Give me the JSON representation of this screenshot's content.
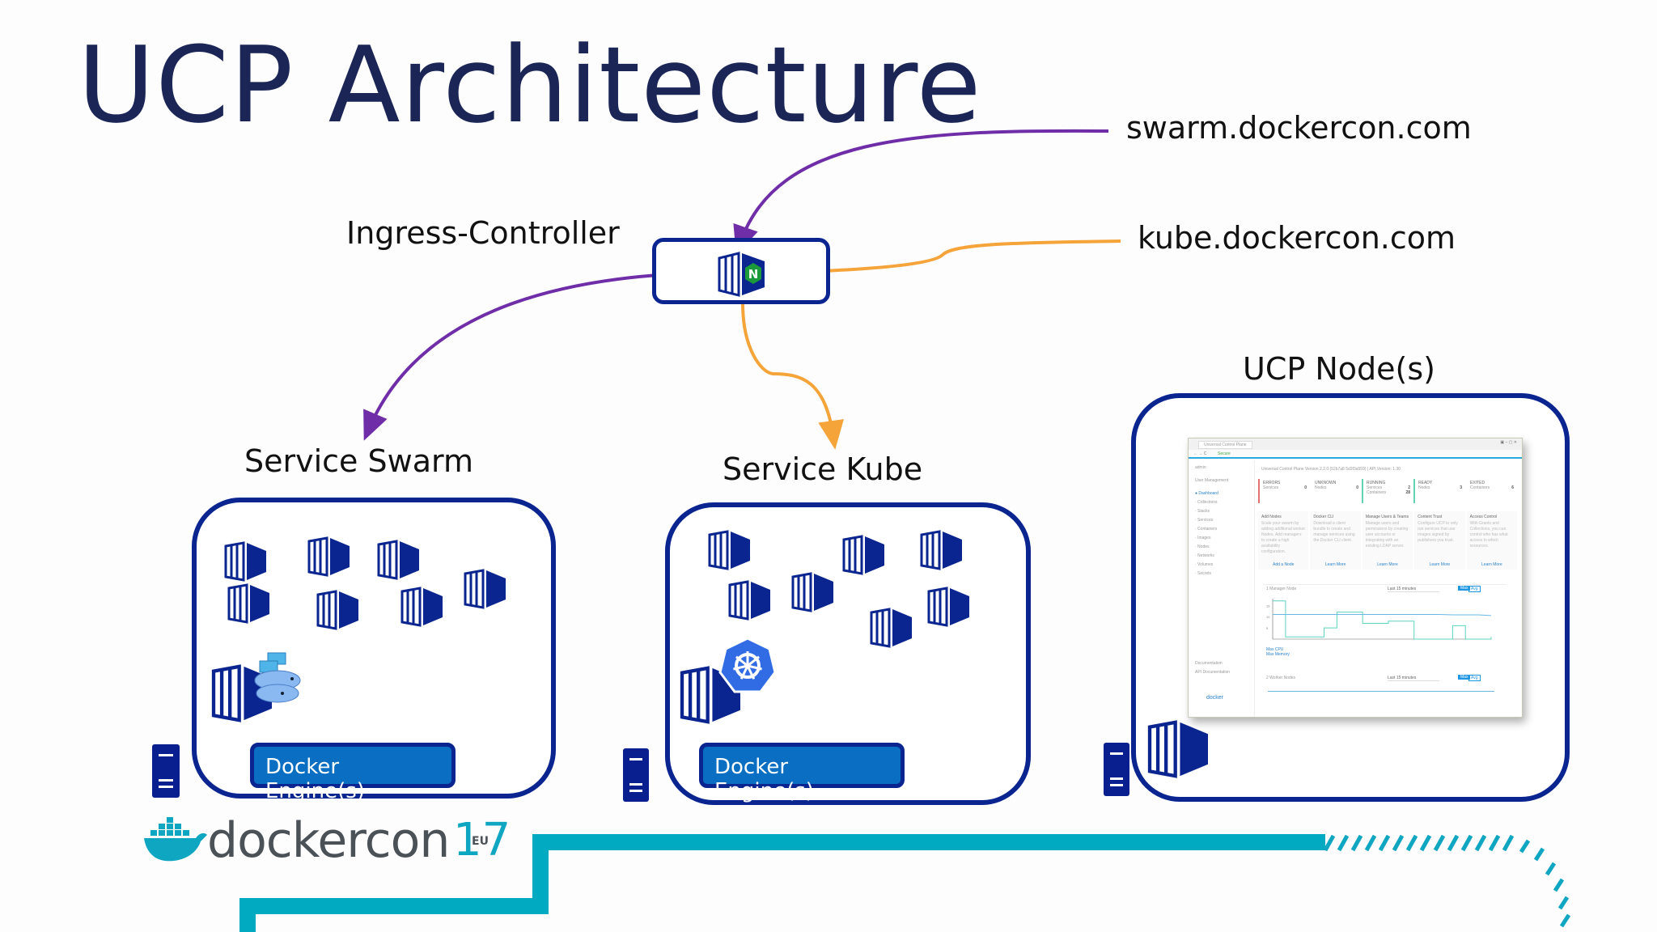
{
  "slide": {
    "title": "UCP Architecture",
    "ingress_label": "Ingress-Controller",
    "routes": [
      {
        "host": "swarm.dockercon.com",
        "color": "#6f2da8"
      },
      {
        "host": "kube.dockercon.com",
        "color": "#f5a43a"
      }
    ],
    "clusters": [
      {
        "label": "Service Swarm",
        "engine_label": "Docker Engine(s)",
        "orchestrator_icon": "docker-swarm-whale-icon"
      },
      {
        "label": "Service Kube",
        "engine_label": "Docker Engine(s)",
        "orchestrator_icon": "kubernetes-icon"
      },
      {
        "label": "UCP Node(s)"
      }
    ],
    "nginx_letter": "N"
  },
  "ucp_screenshot": {
    "tab_title": "Universal Control Plane",
    "address": "Secure",
    "version_line": "Universal Control Plane Version 2.2.0 (52b7a8 5d3f3a559) | API Version: 1.30",
    "sidebar": {
      "user": "admin",
      "user_management": "User Management",
      "items": [
        "Dashboard",
        "Collections",
        "Stacks",
        "Services",
        "Containers",
        "Images",
        "Nodes",
        "Networks",
        "Volumes",
        "Secrets"
      ],
      "footer_items": [
        "Documentation",
        "API Documentation"
      ],
      "logo": "docker"
    },
    "status_cards": [
      {
        "title": "ERRORS",
        "rows": [
          {
            "label": "Services",
            "value": "0"
          }
        ],
        "accent": "#e57373"
      },
      {
        "title": "UNKNOWN",
        "rows": [
          {
            "label": "Nodes",
            "value": "0"
          }
        ],
        "accent": "#ffffff"
      },
      {
        "title": "RUNNING",
        "rows": [
          {
            "label": "Services",
            "value": "2"
          },
          {
            "label": "Containers",
            "value": "28"
          }
        ],
        "accent": "#5fd3b3"
      },
      {
        "title": "READY",
        "rows": [
          {
            "label": "Nodes",
            "value": "3"
          }
        ],
        "accent": "#5fd3b3"
      },
      {
        "title": "EXITED",
        "rows": [
          {
            "label": "Containers",
            "value": "6"
          }
        ],
        "accent": "#ffffff"
      }
    ],
    "info_cards": [
      {
        "title": "Add Nodes",
        "body": "Scale your swarm by adding additional worker Nodes. Add managers to create a high availability configuration.",
        "link": "Add a Node"
      },
      {
        "title": "Docker CLI",
        "body": "Download a client bundle to create and manage services using the Docker CLI client.",
        "link": "Learn More"
      },
      {
        "title": "Manage Users & Teams",
        "body": "Manage users and permissions by creating user accounts or integrating with an existing LDAP server.",
        "link": "Learn More"
      },
      {
        "title": "Content Trust",
        "body": "Configure UCP to only run services that use images signed by publishers you trust.",
        "link": "Learn More"
      },
      {
        "title": "Access Control",
        "body": "With Grants and Collections, you can control who has what access to which resources.",
        "link": "Learn More"
      }
    ],
    "panels": [
      {
        "title": "1 Manager Node",
        "range": "Last 15 minutes",
        "toggle": [
          "Max",
          "Avg"
        ],
        "legend": [
          "Max CPU",
          "Max Memory"
        ]
      },
      {
        "title": "2 Worker Nodes",
        "range": "Last 15 minutes",
        "toggle": [
          "Max",
          "Avg"
        ]
      }
    ],
    "chart_y_ticks": [
      "15",
      "10",
      "5"
    ],
    "chart_cpu": [
      17,
      1,
      1,
      1,
      5,
      12,
      12,
      7,
      7,
      8,
      8,
      0,
      0,
      0,
      6,
      0,
      0,
      1
    ],
    "chart_mem": [
      11,
      11,
      11,
      11,
      11,
      11,
      11,
      11,
      11,
      11,
      11,
      11,
      11,
      11,
      10.8,
      10.8,
      10.8,
      10.5
    ]
  },
  "footer": {
    "brand": "dockercon",
    "edition": "17",
    "region": "EU",
    "accent": "#01a9c1"
  }
}
